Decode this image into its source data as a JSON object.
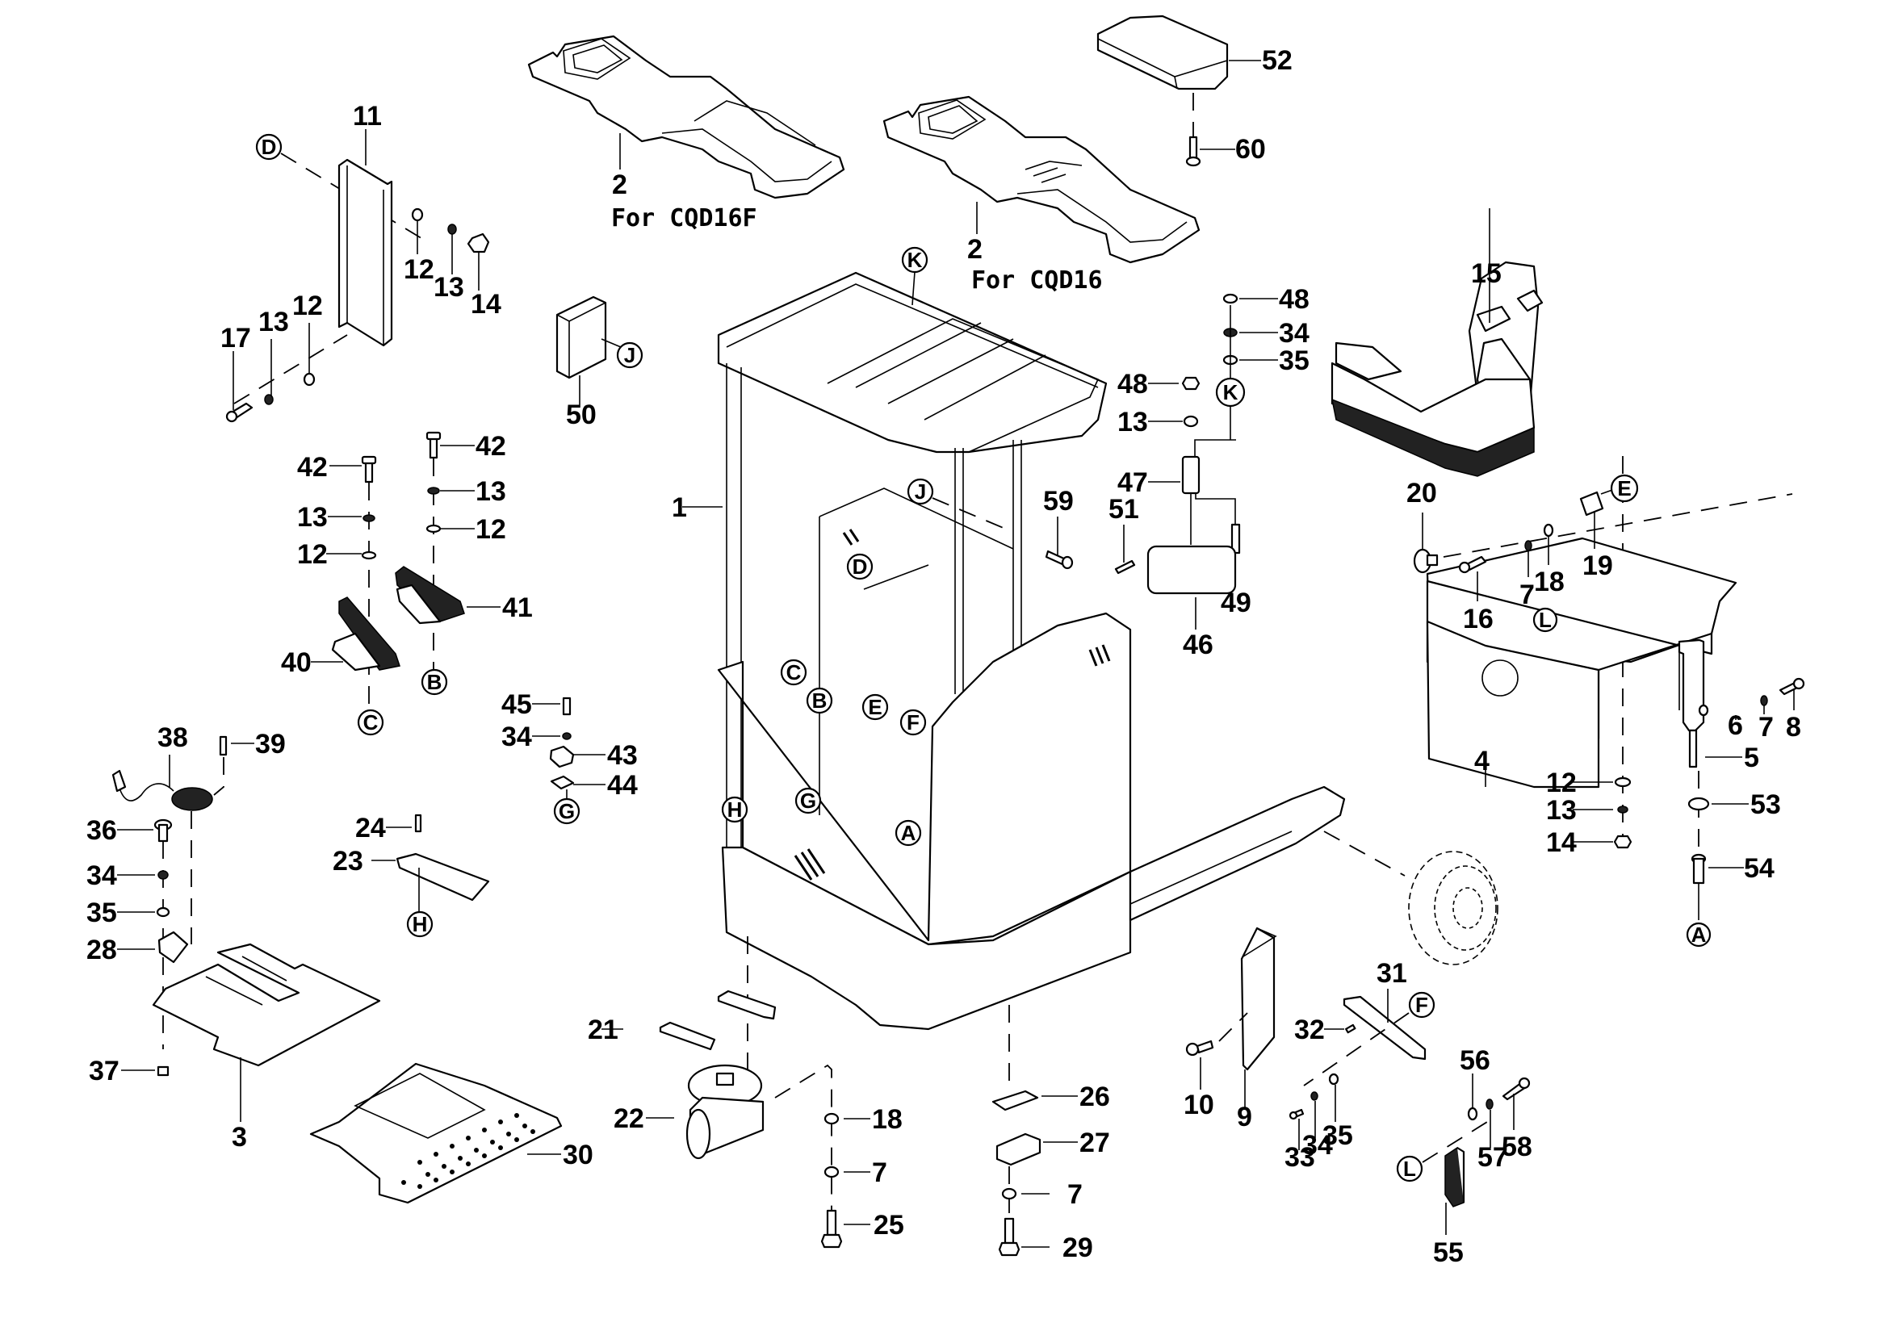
{
  "document": {
    "type": "exploded parts diagram",
    "subject": "Reach truck frame, overhead guard, seat and floor assembly"
  },
  "variant_notes": [
    {
      "part": "2",
      "text": "For CQD16F"
    },
    {
      "part": "2",
      "text": "For CQD16"
    }
  ],
  "callouts": {
    "p1": "1",
    "p2a": "2",
    "p2b": "2",
    "p3": "3",
    "p4": "4",
    "p5": "5",
    "p6": "6",
    "p7a": "7",
    "p7b": "7",
    "p7c": "7",
    "p7d": "7",
    "p8": "8",
    "p9": "9",
    "p10": "10",
    "p11": "11",
    "p12a": "12",
    "p12b": "12",
    "p12c": "12",
    "p12d": "12",
    "p12e": "12",
    "p13a": "13",
    "p13b": "13",
    "p13c": "13",
    "p13d": "13",
    "p13e": "13",
    "p13f": "13",
    "p14a": "14",
    "p14b": "14",
    "p15": "15",
    "p16": "16",
    "p17": "17",
    "p18a": "18",
    "p18b": "18",
    "p19": "19",
    "p20": "20",
    "p21": "21",
    "p22": "22",
    "p23": "23",
    "p24": "24",
    "p25": "25",
    "p26": "26",
    "p27": "27",
    "p28": "28",
    "p29": "29",
    "p30": "30",
    "p31": "31",
    "p32": "32",
    "p33": "33",
    "p34a": "34",
    "p34b": "34",
    "p34c": "34",
    "p34d": "34",
    "p35a": "35",
    "p35b": "35",
    "p35c": "35",
    "p36": "36",
    "p37": "37",
    "p38": "38",
    "p39": "39",
    "p40": "40",
    "p41": "41",
    "p42a": "42",
    "p42b": "42",
    "p43": "43",
    "p44": "44",
    "p45": "45",
    "p46": "46",
    "p47": "47",
    "p48a": "48",
    "p48b": "48",
    "p49": "49",
    "p50": "50",
    "p51": "51",
    "p52": "52",
    "p53": "53",
    "p54": "54",
    "p55": "55",
    "p56": "56",
    "p57": "57",
    "p58": "58",
    "p59": "59",
    "p60": "60"
  },
  "reference_markers": {
    "A": "A",
    "B": "B",
    "C": "C",
    "D": "D",
    "E": "E",
    "F": "F",
    "G": "G",
    "H": "H",
    "J": "J",
    "K": "K",
    "L": "L"
  },
  "parts_by_group": {
    "overhead_guard_covers": [
      "2",
      "52",
      "60"
    ],
    "frame": [
      "1"
    ],
    "side_plate": [
      "11",
      "12",
      "13",
      "14",
      "17"
    ],
    "pedals": [
      "40",
      "41",
      "42",
      "13",
      "12"
    ],
    "bracket_g": [
      "43",
      "44",
      "45",
      "34"
    ],
    "switch": [
      "38",
      "39",
      "36",
      "34",
      "35",
      "28",
      "37"
    ],
    "floor": [
      "3",
      "30",
      "23",
      "24"
    ],
    "caster": [
      "21",
      "22",
      "18",
      "7",
      "25"
    ],
    "stop_block": [
      "26",
      "27",
      "7",
      "29"
    ],
    "mirror": [
      "46",
      "47",
      "48",
      "49",
      "13",
      "34",
      "35"
    ],
    "seat": [
      "15",
      "4",
      "5",
      "6",
      "7",
      "8",
      "16",
      "18",
      "19",
      "20",
      "12",
      "13",
      "14",
      "53",
      "54"
    ],
    "side_bracket": [
      "9",
      "10"
    ],
    "rail": [
      "31",
      "32",
      "33",
      "34",
      "35"
    ],
    "fan": [
      "55",
      "56",
      "57",
      "58"
    ],
    "misc": [
      "50",
      "51",
      "59"
    ]
  }
}
